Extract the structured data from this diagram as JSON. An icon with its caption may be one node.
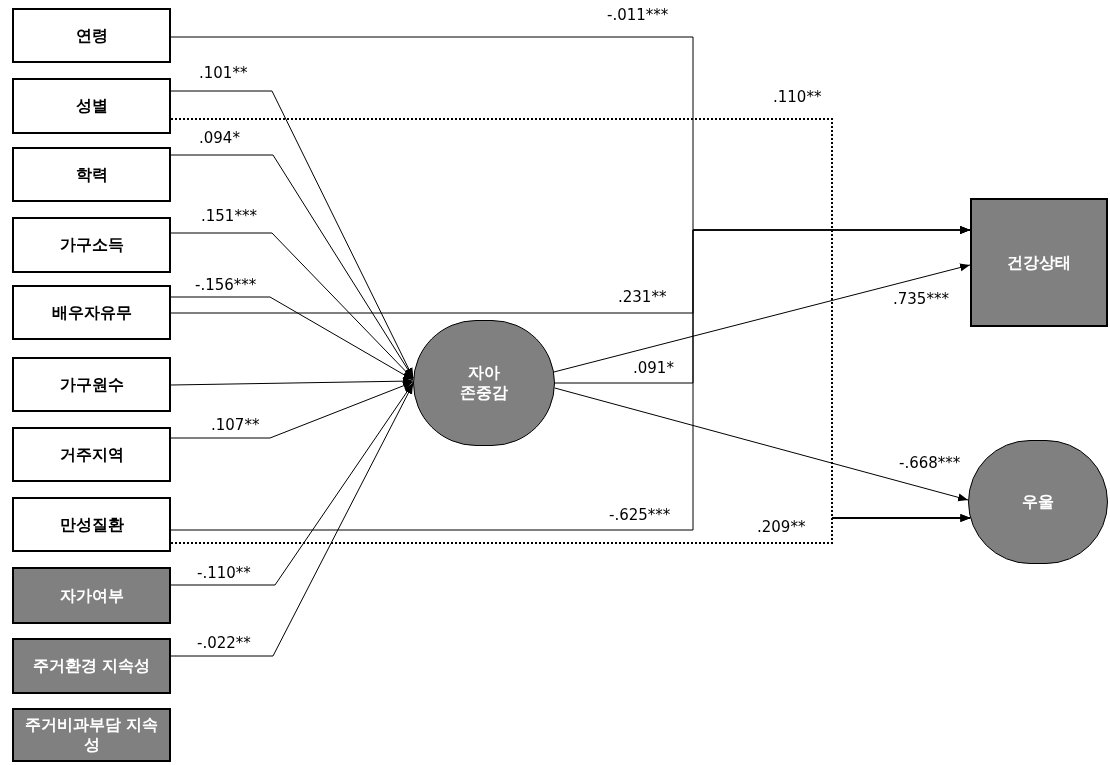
{
  "diagram": {
    "nodes": [
      {
        "text": [
          "연령"
        ]
      },
      {
        "text": [
          "성별"
        ]
      },
      {
        "text": [
          "학력"
        ]
      },
      {
        "text": [
          "가구소득"
        ]
      },
      {
        "text": [
          "배우자유무"
        ]
      },
      {
        "text": [
          "가구원수"
        ]
      },
      {
        "text": [
          "거주지역"
        ]
      },
      {
        "text": [
          "만성질환"
        ]
      },
      {
        "text": [
          "자가여부"
        ]
      },
      {
        "text": [
          "주거환경 지속성"
        ]
      },
      {
        "text": [
          "주거비과부담 지속성"
        ]
      },
      {
        "text": [
          "자아 존중감"
        ]
      },
      {
        "text": [
          "건강상태"
        ]
      },
      {
        "text": [
          "우울"
        ]
      }
    ],
    "edges": [
      {
        "from": 1,
        "to": 11,
        "arrow": "to",
        "label": ".101**"
      },
      {
        "from": 2,
        "to": 11,
        "arrow": "to",
        "label": ".094*"
      },
      {
        "from": 3,
        "to": 11,
        "arrow": "to",
        "label": ".151***"
      },
      {
        "from": 4,
        "to": 11,
        "arrow": "to",
        "label": "-.156***"
      },
      {
        "from": 5,
        "to": 11,
        "arrow": "to"
      },
      {
        "from": 6,
        "to": 11,
        "arrow": "to",
        "label": ".107**"
      },
      {
        "from": 8,
        "to": 11,
        "arrow": "to",
        "label": "-.110**"
      },
      {
        "from": 9,
        "to": 11,
        "arrow": "to",
        "label": "-.022**"
      },
      {
        "from": 0,
        "to": 12,
        "arrow": "to",
        "label": "-.011***"
      },
      {
        "from": 1,
        "to": 13,
        "arrow": "to",
        "label": ".110**",
        "style": "dashed"
      },
      {
        "from": 4,
        "to": 12,
        "arrow": "to",
        "label": ".231**"
      },
      {
        "from": 11,
        "to": 12,
        "arrow": "to",
        "label": ".091*"
      },
      {
        "from": 11,
        "to": 12,
        "arrow": "to",
        "label": ".735***"
      },
      {
        "from": 11,
        "to": 13,
        "arrow": "to",
        "label": "-.668***"
      },
      {
        "from": 7,
        "to": 12,
        "arrow": "to",
        "label": "-.625***"
      },
      {
        "from": 7,
        "to": 13,
        "arrow": "to",
        "label": ".209**",
        "style": "dashed"
      }
    ]
  }
}
